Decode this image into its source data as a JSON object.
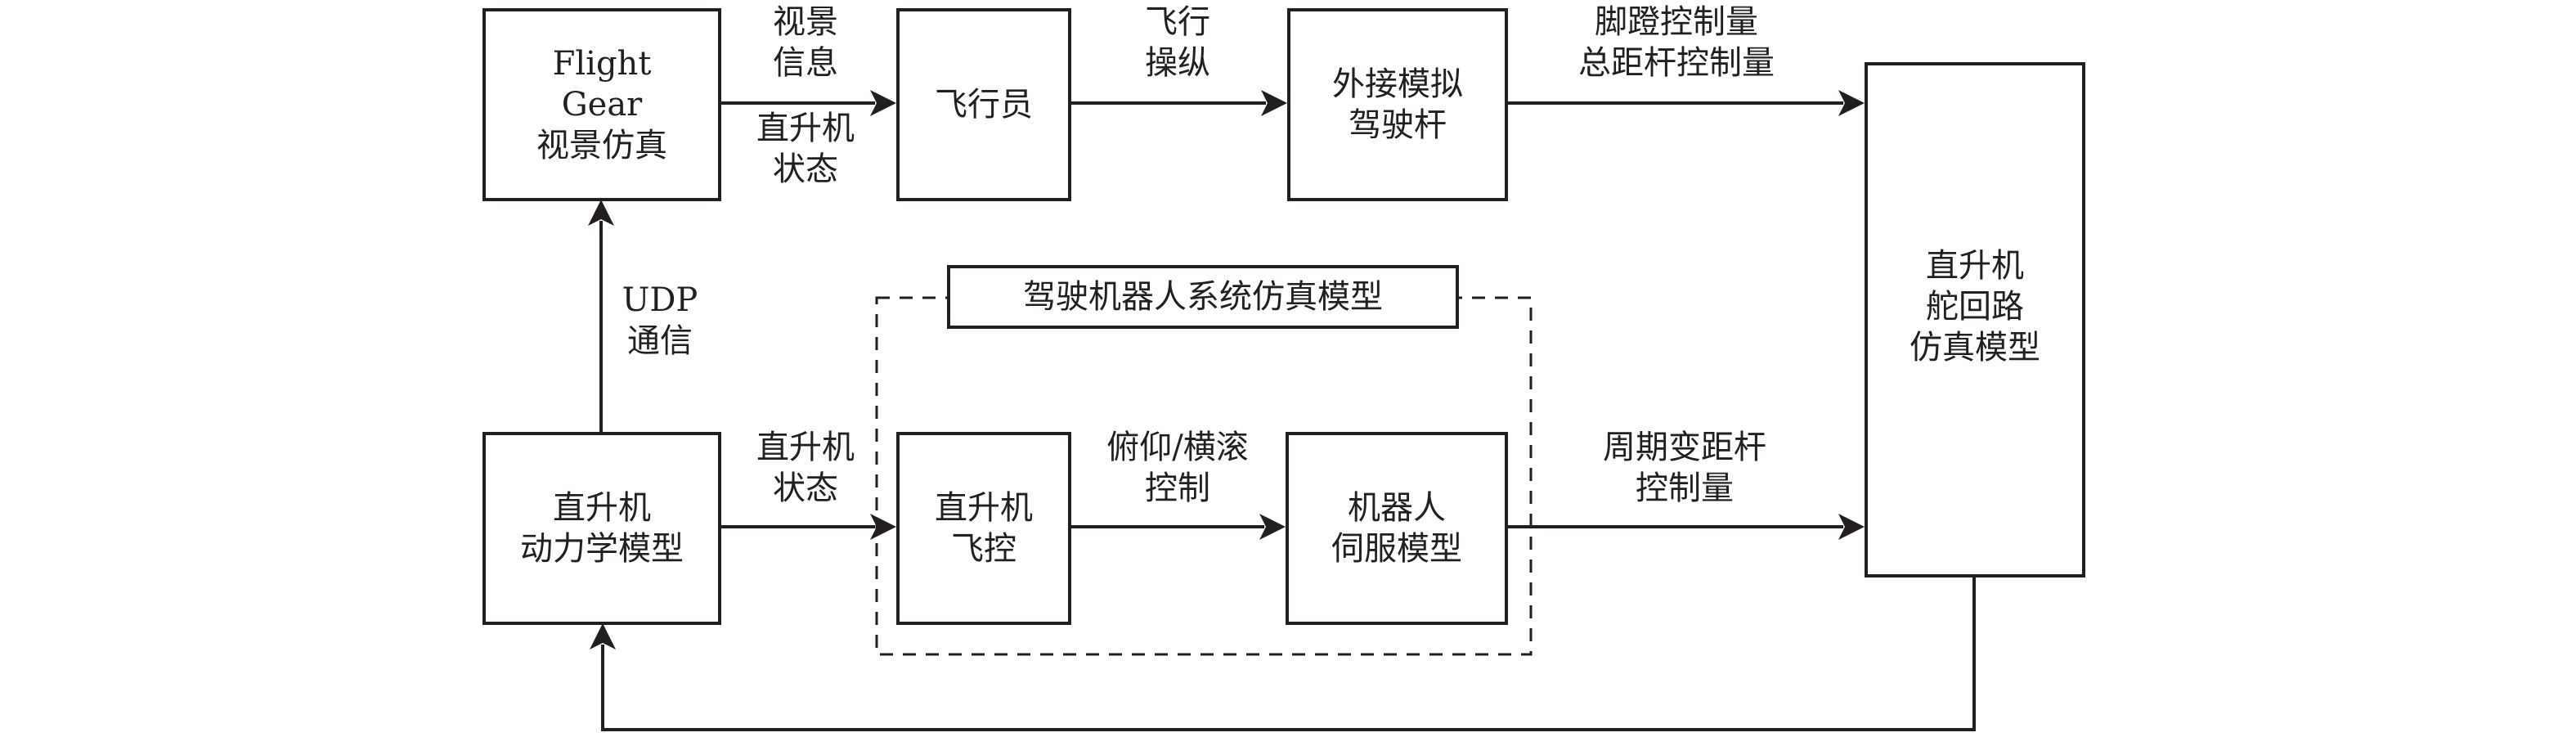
{
  "diagram": {
    "blocks": {
      "flightgear": {
        "lines": [
          "Flight",
          "Gear",
          "视景仿真"
        ]
      },
      "pilot": {
        "lines": [
          "飞行员"
        ]
      },
      "joystick": {
        "lines": [
          "外接模拟",
          "驾驶杆"
        ]
      },
      "rotor_loop": {
        "lines": [
          "直升机",
          "舵回路",
          "仿真模型"
        ]
      },
      "dynamics": {
        "lines": [
          "直升机",
          "动力学模型"
        ]
      },
      "flight_control": {
        "lines": [
          "直升机",
          "飞控"
        ]
      },
      "servo": {
        "lines": [
          "机器人",
          "伺服模型"
        ]
      }
    },
    "group": {
      "title": "驾驶机器人系统仿真模型"
    },
    "edges": {
      "fg_to_pilot": {
        "top": [
          "视景",
          "信息"
        ],
        "bottom": [
          "直升机",
          "状态"
        ]
      },
      "pilot_to_joystick": {
        "top": [
          "飞行",
          "操纵"
        ]
      },
      "joystick_to_rotor": {
        "top": [
          "脚蹬控制量",
          "总距杆控制量"
        ]
      },
      "dynamics_to_fg": {
        "side": [
          "UDP",
          "通信"
        ]
      },
      "dynamics_to_fc": {
        "top": [
          "直升机",
          "状态"
        ]
      },
      "fc_to_servo": {
        "top": [
          "俯仰/横滚",
          "控制"
        ]
      },
      "servo_to_rotor": {
        "top": [
          "周期变距杆",
          "控制量"
        ]
      },
      "rotor_to_dynamics": {
        "label": ""
      }
    }
  }
}
